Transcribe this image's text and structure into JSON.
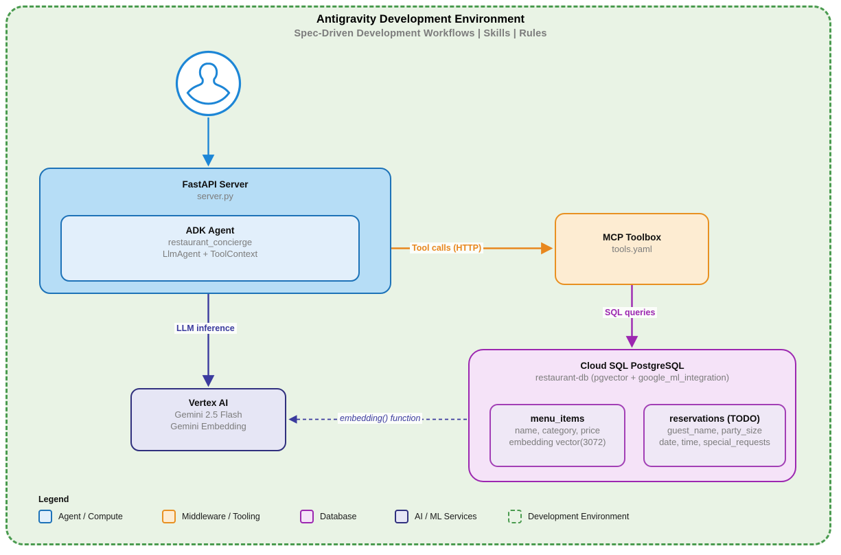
{
  "environment": {
    "title": "Antigravity Development Environment",
    "subtitle": "Spec-Driven Development Workflows  |  Skills  |  Rules",
    "border_color": "#4a9b4f",
    "fill_color": "#e9f3e5"
  },
  "actor": {
    "icon": "user-avatar-icon",
    "color": "#1d86d6"
  },
  "nodes": {
    "fastapi": {
      "title": "FastAPI Server",
      "subtitle": "server.py",
      "border_color": "#1d72b8",
      "fill_color": "#b6ddf6"
    },
    "adk": {
      "title": "ADK Agent",
      "subtitle_line1": "restaurant_concierge",
      "subtitle_line2": "LlmAgent + ToolContext",
      "border_color": "#1d72b8",
      "fill_color": "#e2effb"
    },
    "mcp": {
      "title": "MCP Toolbox",
      "subtitle": "tools.yaml",
      "border_color": "#e89021",
      "fill_color": "#fdecd2"
    },
    "database": {
      "title": "Cloud SQL PostgreSQL",
      "subtitle": "restaurant-db (pgvector + google_ml_integration)",
      "border_color": "#9c27b0",
      "fill_color": "#f5e3f8",
      "tables": [
        {
          "title": "menu_items",
          "columns_line1": "name, category, price",
          "columns_line2": "embedding vector(3072)"
        },
        {
          "title": "reservations (TODO)",
          "columns_line1": "guest_name, party_size",
          "columns_line2": "date, time, special_requests"
        }
      ]
    },
    "vertex": {
      "title": "Vertex AI",
      "subtitle_line1": "Gemini 2.5 Flash",
      "subtitle_line2": "Gemini Embedding",
      "border_color": "#30307e",
      "fill_color": "#e6e6f5"
    }
  },
  "edges": {
    "tool_calls": {
      "label": "Tool calls (HTTP)",
      "color": "#e8871e",
      "style": "solid"
    },
    "llm_inference": {
      "label": "LLM inference",
      "color": "#3b3b9e",
      "style": "solid"
    },
    "sql_queries": {
      "label": "SQL queries",
      "color": "#9c27b0",
      "style": "solid"
    },
    "embedding": {
      "label": "embedding() function",
      "color": "#3b3b9e",
      "style": "dashed"
    },
    "user_request": {
      "label": "",
      "color": "#1d86d6",
      "style": "solid"
    }
  },
  "legend": {
    "title": "Legend",
    "items": [
      {
        "label": "Agent / Compute",
        "fill": "#e2effb",
        "border": "#1d72b8",
        "dashed": false
      },
      {
        "label": "Middleware / Tooling",
        "fill": "#fdecd2",
        "border": "#e89021",
        "dashed": false
      },
      {
        "label": "Database",
        "fill": "#f5e3f8",
        "border": "#9c27b0",
        "dashed": false
      },
      {
        "label": "AI / ML Services",
        "fill": "#e6e6f5",
        "border": "#30307e",
        "dashed": false
      },
      {
        "label": "Development Environment",
        "fill": "#e9f3e5",
        "border": "#4a9b4f",
        "dashed": true
      }
    ]
  }
}
